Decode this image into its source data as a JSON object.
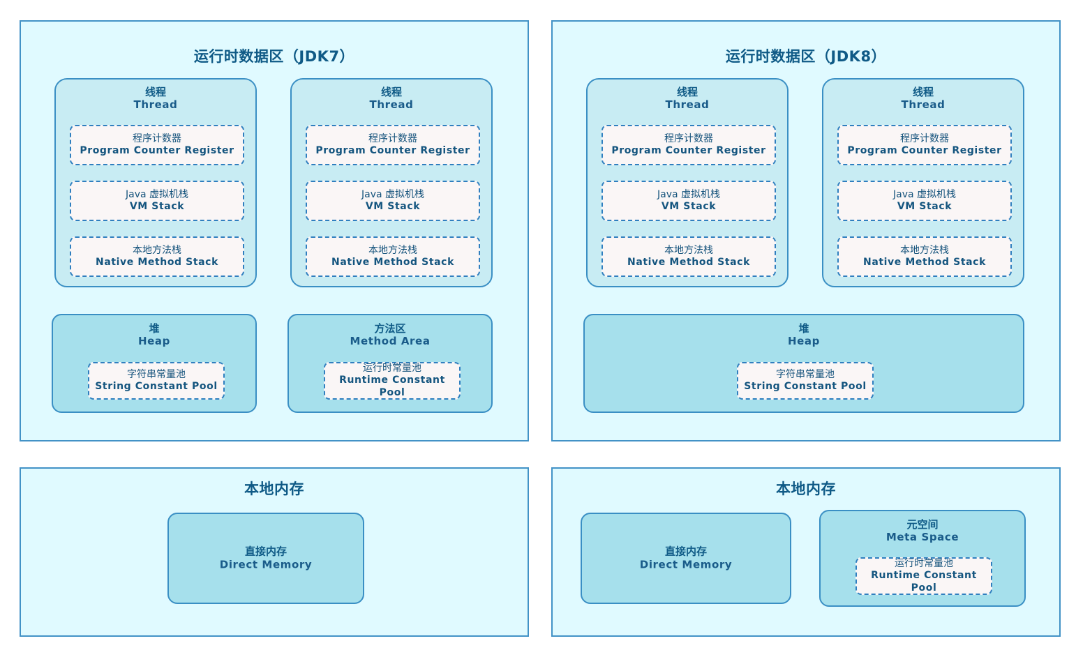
{
  "diagram": {
    "title_left": "运行时数据区（JDK7）",
    "title_right": "运行时数据区（JDK8）",
    "native_memory_title": "本地内存",
    "colors": {
      "panel_fill": "#e0faff",
      "panel_border": "#4292c6",
      "thread_fill": "#c8ecf3",
      "memory_fill": "#a6e0ec",
      "dashed_fill": "#faf6f6",
      "dashed_border": "#2f7fbf",
      "text": "#13557f"
    }
  },
  "labels": {
    "thread": {
      "zh": "线程",
      "en": "Thread"
    },
    "program_counter": {
      "zh": "程序计数器",
      "en": "Program Counter Register"
    },
    "vm_stack": {
      "zh": "Java 虚拟机栈",
      "en": "VM Stack"
    },
    "native_method_stack": {
      "zh": "本地方法栈",
      "en": "Native Method Stack"
    },
    "heap": {
      "zh": "堆",
      "en": "Heap"
    },
    "method_area": {
      "zh": "方法区",
      "en": "Method Area"
    },
    "string_constant_pool": {
      "zh": "字符串常量池",
      "en": "String Constant Pool"
    },
    "runtime_constant_pool": {
      "zh": "运行时常量池",
      "en": "Runtime Constant Pool"
    },
    "direct_memory": {
      "zh": "直接内存",
      "en": "Direct Memory"
    },
    "meta_space": {
      "zh": "元空间",
      "en": "Meta Space"
    }
  }
}
